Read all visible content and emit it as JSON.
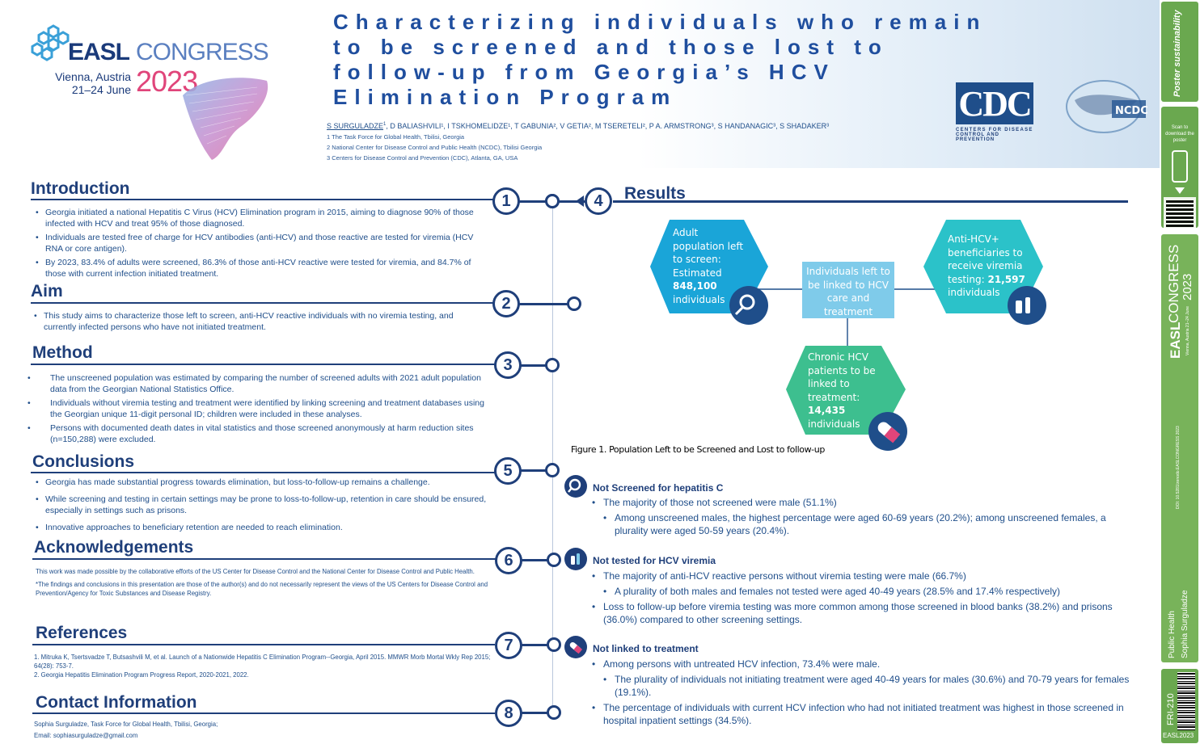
{
  "logo": {
    "easl": "EASL",
    "congress": "CONGRESS",
    "city": "Vienna, Austria",
    "dates": "21–24 June",
    "year": "2023"
  },
  "title": "Characterizing individuals who remain to be screened and those lost to follow-up from Georgia’s HCV Elimination Program",
  "authors": {
    "first": "S SURGULADZE",
    "first_sup": "1",
    "rest": ", D BALIASHVILI¹, I TSKHOMELIDZE¹, T GABUNIA², V GETIA², M TSERETELI², P A. ARMSTRONG³, S HANDANAGIC³, S SHADAKER³",
    "affiliations": [
      "1 The Task Force for Global Health, Tbilisi, Georgia",
      "2 National Center for Disease Control and Public Health (NCDC), Tbilisi Georgia",
      "3 Centers for Disease Control and Prevention (CDC), Atlanta, GA, USA"
    ]
  },
  "cdc": {
    "word": "CDC",
    "line1": "CENTERS FOR DISEASE",
    "line2": "CONTROL AND PREVENTION"
  },
  "ncdc": {
    "word": "NCDC"
  },
  "side": {
    "sponsor": "Poster sustainability",
    "scan": "Scan to download the poster",
    "congress": "CONGRESS",
    "easl": "EASL",
    "year": "2023",
    "venue": "Vienna, Austria 21–24 June",
    "doi": "DOI: 10.5281/zenodo.EASLCONGRESS 2023",
    "category": "Public Health",
    "author": "Sophia Surguladze",
    "code": "FRI-210",
    "footer": "EASL2023"
  },
  "sections": {
    "introduction": {
      "title": "Introduction",
      "number": "1",
      "bullets": [
        "Georgia initiated a national Hepatitis C Virus (HCV) Elimination program in 2015, aiming to diagnose 90% of those infected with HCV and treat 95% of those diagnosed.",
        "Individuals are tested free of charge for HCV antibodies (anti-HCV) and those reactive are tested for viremia (HCV RNA or core antigen).",
        "By 2023, 83.4% of adults were screened, 86.3% of those anti-HCV reactive were tested for viremia, and 84.7% of those with current infection initiated treatment."
      ]
    },
    "aim": {
      "title": "Aim",
      "number": "2",
      "bullets": [
        "This study aims to characterize those left to screen, anti-HCV reactive individuals with no viremia testing, and currently infected persons who have not initiated treatment."
      ]
    },
    "method": {
      "title": "Method",
      "number": "3",
      "bullets": [
        "The unscreened population was estimated by comparing the number of screened adults with 2021 adult population data from the Georgian National Statistics Office.",
        "Individuals without viremia testing and treatment were identified by linking screening and treatment databases using the Georgian unique 11-digit personal ID; children were included in these analyses.",
        "Persons with documented death dates in vital statistics and those screened anonymously at harm reduction sites (n=150,288) were excluded."
      ]
    },
    "conclusions": {
      "title": "Conclusions",
      "number": "5",
      "bullets": [
        "Georgia has made substantial progress towards elimination, but loss-to-follow-up remains a challenge.",
        "While screening and testing in certain settings may be prone to loss-to-follow-up, retention in care should be ensured, especially in settings such as prisons.",
        "Innovative approaches to beneficiary retention are needed to reach elimination."
      ]
    },
    "acknowledgements": {
      "title": "Acknowledgements",
      "number": "6",
      "paragraphs": [
        "This work was made possible by the collaborative efforts of the US Center for Disease Control and the National Center for Disease Control and Public Health.",
        "*The findings and conclusions in this presentation are those of the author(s) and do not necessarily represent the views of the US Centers for Disease Control and Prevention/Agency for Toxic Substances and Disease Registry."
      ]
    },
    "references": {
      "title": "References",
      "number": "7",
      "items": [
        "1.  Mitruka K, Tsertsvadze T, Butsashvili M, et al. Launch of a Nationwide Hepatitis C Elimination Program--Georgia, April 2015. MMWR Morb Mortal Wkly Rep 2015; 64(28): 753-7.",
        "2.  Georgia Hepatitis Elimination Program Progress Report, 2020-2021, 2022."
      ]
    },
    "contact": {
      "title": "Contact Information",
      "number": "8",
      "lines": [
        "Sophia Surguladze, Task Force for Global Health, Tbilisi, Georgia;",
        "Email: sophiasurguladze@gmail.com"
      ]
    }
  },
  "results": {
    "title": "Results",
    "number": "4",
    "figure": {
      "caption": "Figure 1. Population Left to be Screened and Lost to follow-up",
      "center": "Individuals left to be linked to HCV care and treatment",
      "unscreened": {
        "l1": "Adult",
        "l2": "population left",
        "l3": "to screen:",
        "l4": "Estimated",
        "value": "848,100",
        "l6": "individuals"
      },
      "viremia": {
        "l1": "Anti-HCV+",
        "l2": "beneficiaries to",
        "l3": "receive viremia",
        "l4": "testing:",
        "value": "21,597",
        "l6": "individuals"
      },
      "treatment": {
        "l1": "Chronic HCV",
        "l2": "patients to be",
        "l3": "linked to",
        "l4": "treatment:",
        "value": "14,435",
        "l6": "individuals"
      },
      "colors": {
        "unscreened": "#1aa5d8",
        "viremia": "#2bc2c9",
        "treatment": "#3dbf8f",
        "center": "#7fcbea",
        "icon": "#1f4e8a"
      }
    },
    "groups": [
      {
        "heading": "Not Screened for hepatitis C",
        "items": [
          {
            "text": "The majority of those not screened were male (51.1%)",
            "sub": false
          },
          {
            "text": "Among unscreened males, the highest percentage were aged 60-69 years (20.2%); among unscreened females, a plurality were aged 50-59 years (20.4%).",
            "sub": true
          }
        ]
      },
      {
        "heading": "Not tested for HCV viremia",
        "items": [
          {
            "text": "The majority of anti-HCV reactive persons without viremia testing were male (66.7%)",
            "sub": false
          },
          {
            "text": "A plurality of both males and females not tested were aged 40-49 years (28.5% and 17.4% respectively)",
            "sub": true
          },
          {
            "text": "Loss to follow-up before viremia testing was more common among those screened in blood banks (38.2%) and prisons (36.0%) compared to other screening settings.",
            "sub": false
          }
        ]
      },
      {
        "heading": "Not linked to treatment",
        "items": [
          {
            "text": "Among persons with untreated HCV infection, 73.4% were male.",
            "sub": false
          },
          {
            "text": "The plurality of individuals not initiating treatment were aged 40-49 years for males (30.6%) and 70-79 years for females (19.1%).",
            "sub": true
          },
          {
            "text": "The percentage of individuals with current HCV infection who had not initiated treatment was highest in those screened in hospital inpatient settings (34.5%).",
            "sub": false
          }
        ]
      }
    ]
  }
}
